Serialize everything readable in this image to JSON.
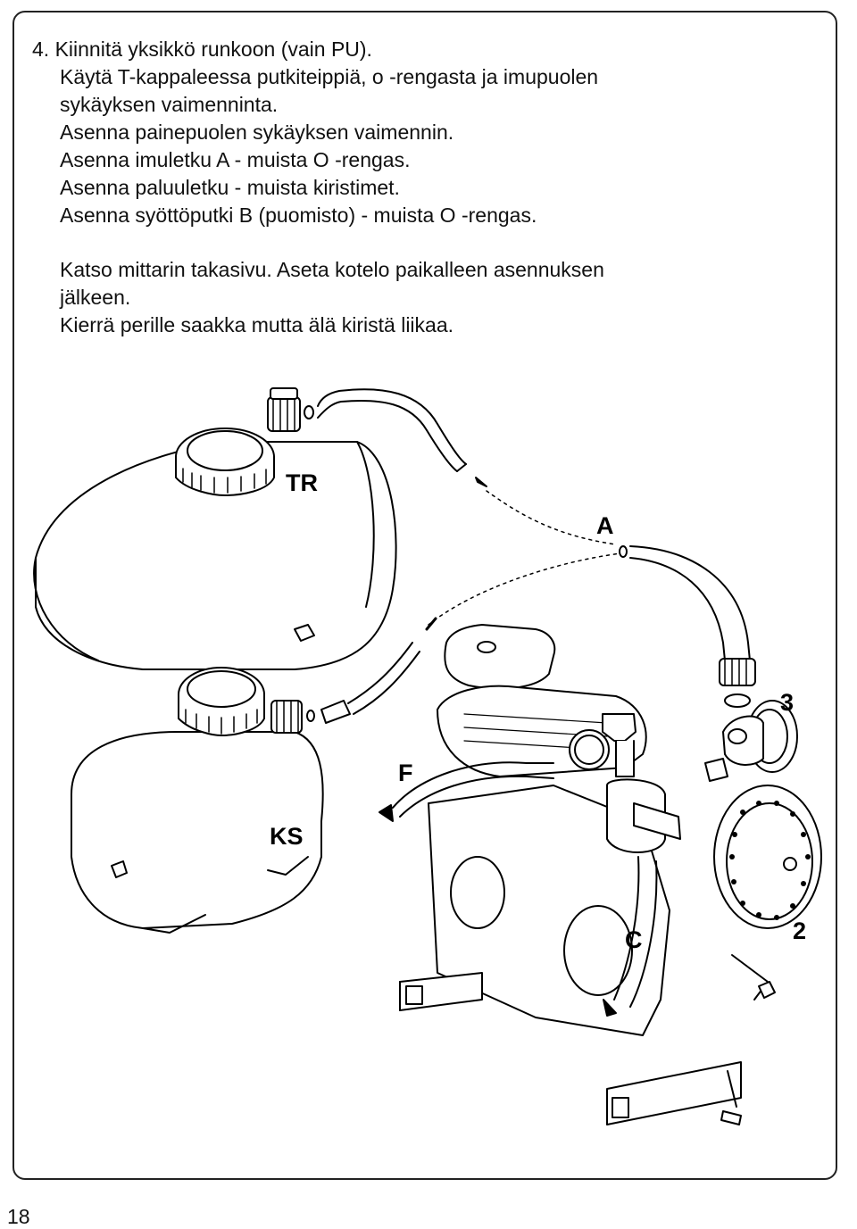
{
  "instructions": {
    "step": "4. Kiinnitä yksikkö runkoon (vain PU).",
    "line2": "Käytä T-kappaleessa putkiteippiä, o -rengasta ja imupuolen",
    "line3": "sykäyksen vaimenninta.",
    "line4": "Asenna painepuolen sykäyksen vaimennin.",
    "line5": "Asenna imuletku A - muista O -rengas.",
    "line6": "Asenna paluuletku - muista kiristimet.",
    "line7": "Asenna syöttöputki B (puomisto) - muista O -rengas.",
    "line8": "Katso mittarin takasivu. Aseta kotelo paikalleen asennuksen",
    "line9": "jälkeen.",
    "line10": "Kierrä perille saakka mutta älä kiristä liikaa."
  },
  "diagram": {
    "labels": {
      "tr": "TR",
      "a": "A",
      "three": "3",
      "f": "F",
      "ks": "KS",
      "c": "C",
      "two": "2"
    }
  },
  "page_number": "18"
}
